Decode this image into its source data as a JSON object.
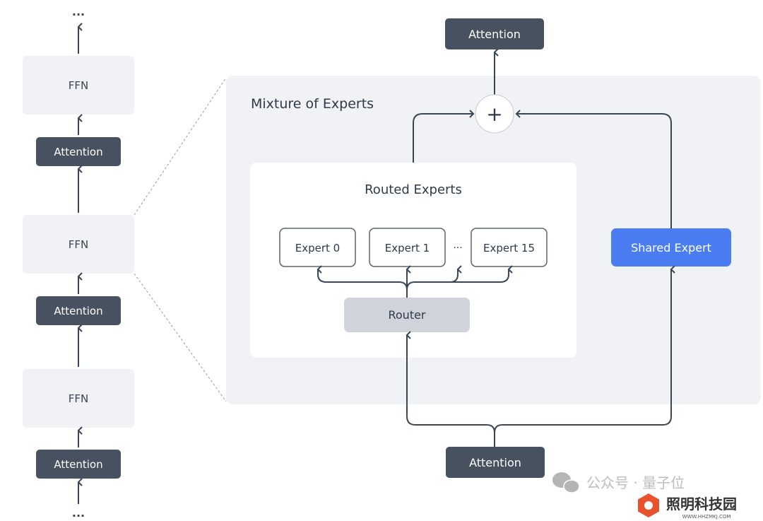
{
  "left_stack": {
    "top_ellipsis": "...",
    "bottom_ellipsis": "...",
    "ffn_label": "FFN",
    "attention_label": "Attention"
  },
  "moe": {
    "title": "Mixture of Experts",
    "top_attention": "Attention",
    "bottom_attention": "Attention",
    "plus": "+",
    "routed_title": "Routed Experts",
    "experts": [
      "Expert 0",
      "Expert 1",
      "Expert 15"
    ],
    "experts_ellipsis": "···",
    "router": "Router",
    "shared_expert": "Shared Expert"
  },
  "colors": {
    "dark_box": "#47515f",
    "line": "#3b4654",
    "panel": "#f1f2f5",
    "ffn_box": "#f1f2f5",
    "router": "#d0d4da",
    "shared_expert": "#4a7df2"
  },
  "watermark": {
    "wechat": "公众号 · 量子位",
    "logo_text": "照明科技园",
    "logo_url_text": "WWW.HHZMKJ.COM"
  }
}
